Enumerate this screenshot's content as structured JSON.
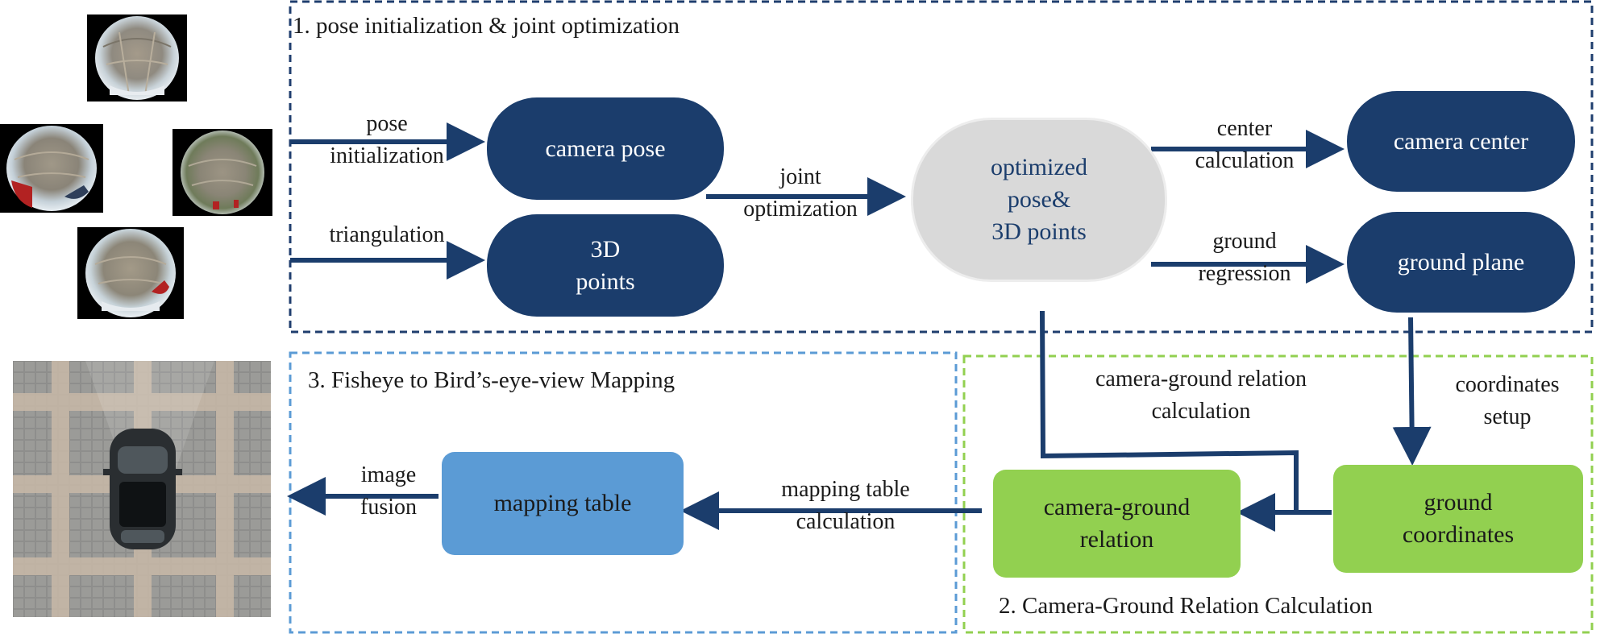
{
  "sections": {
    "s1": "1. pose initialization & joint optimization",
    "s2": "2. Camera-Ground Relation Calculation",
    "s3": "3. Fisheye to Bird’s-eye-view Mapping"
  },
  "nodes": {
    "camera_pose": "camera pose",
    "points_3d": "3D\npoints",
    "optimized": "optimized\npose&\n3D points",
    "camera_center": "camera center",
    "ground_plane": "ground plane",
    "ground_coords": "ground\ncoordinates",
    "cam_ground_rel": "camera-ground\nrelation",
    "mapping_table": "mapping table"
  },
  "edges": {
    "pose_init": "pose\ninitialization",
    "triangulation": "triangulation",
    "joint_opt": "joint\noptimization",
    "center_calc": "center\ncalculation",
    "ground_reg": "ground\nregression",
    "coords_setup": "coordinates\nsetup",
    "cg_calc": "camera-ground relation\ncalculation",
    "map_calc": "mapping table\ncalculation",
    "img_fusion": "image\nfusion"
  },
  "colors": {
    "navy": "#1b3d6c",
    "green": "#92d050",
    "blue": "#5b9bd5",
    "gray": "#d9d9d9",
    "dash_navy": "#1f3e6e",
    "dash_green": "#92d050",
    "dash_blue": "#5b9bd5"
  },
  "images": {
    "fisheye": [
      "fisheye-front-image",
      "fisheye-left-image",
      "fisheye-right-image",
      "fisheye-rear-image"
    ],
    "bev": "birds-eye-view-image"
  }
}
